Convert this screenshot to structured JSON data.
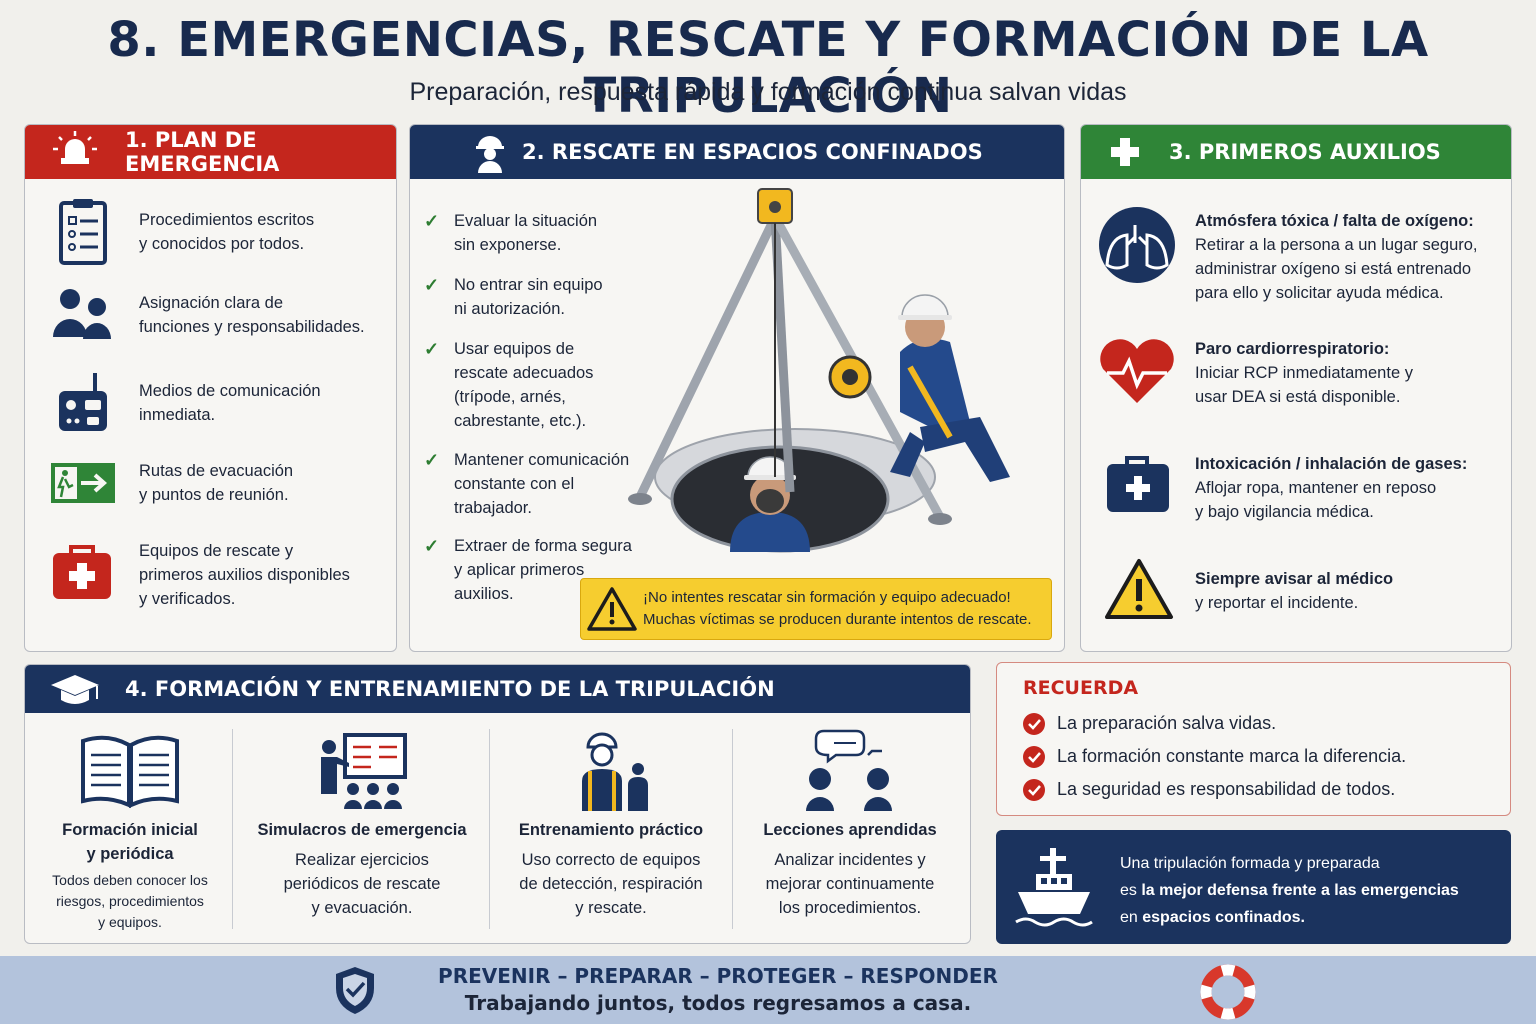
{
  "title": "8. EMERGENCIAS, RESCATE Y FORMACIÓN DE LA TRIPULACIÓN",
  "subtitle": "Preparación, respuesta rápida y formación continua salvan vidas",
  "plan": {
    "heading": "1. PLAN DE EMERGENCIA",
    "items": [
      {
        "icon": "clipboard-checklist-icon",
        "line1": "Procedimientos escritos",
        "line2": "y conocidos por todos."
      },
      {
        "icon": "people-icon",
        "line1": "Asignación clara de",
        "line2": "funciones y responsabilidades."
      },
      {
        "icon": "radio-icon",
        "line1": "Medios de comunicación",
        "line2": "inmediata."
      },
      {
        "icon": "exit-sign-icon",
        "line1": "Rutas de evacuación",
        "line2": "y puntos de reunión."
      },
      {
        "icon": "first-aid-kit-icon",
        "line1": "Equipos de rescate y",
        "line2": "primeros auxilios disponibles",
        "line3": "y verificados."
      }
    ]
  },
  "rescue": {
    "heading": "2. RESCATE EN ESPACIOS CONFINADOS",
    "steps": [
      {
        "lines": [
          "Evaluar la situación",
          "sin exponerse."
        ]
      },
      {
        "lines": [
          "No entrar sin equipo",
          "ni autorización."
        ]
      },
      {
        "lines": [
          "Usar equipos de",
          "rescate adecuados",
          "(trípode, arnés,",
          "cabrestante, etc.)."
        ]
      },
      {
        "lines": [
          "Mantener comunicación",
          "constante con el",
          "trabajador."
        ]
      },
      {
        "lines": [
          "Extraer de forma segura",
          "y aplicar primeros",
          "auxilios."
        ]
      }
    ],
    "warning_line1": "¡No intentes rescatar sin formación y equipo adecuado!",
    "warning_line2": "Muchas víctimas se producen durante intentos de rescate."
  },
  "first_aid": {
    "heading": "3. PRIMEROS AUXILIOS",
    "items": [
      {
        "icon": "lungs-icon",
        "title": "Atmósfera tóxica / falta de oxígeno:",
        "lines": [
          "Retirar a la persona a un lugar seguro,",
          "administrar oxígeno si está entrenado",
          "para ello y solicitar ayuda médica."
        ]
      },
      {
        "icon": "heart-pulse-icon",
        "title": "Paro cardiorrespiratorio:",
        "lines": [
          "Iniciar RCP inmediatamente y",
          "usar DEA si está disponible."
        ]
      },
      {
        "icon": "medical-kit-icon",
        "title": "Intoxicación / inhalación de gases:",
        "lines": [
          "Aflojar ropa, mantener en reposo",
          "y bajo vigilancia médica."
        ]
      },
      {
        "icon": "warning-triangle-icon",
        "title": "Siempre avisar al médico",
        "lines": [
          "y reportar el incidente."
        ]
      }
    ]
  },
  "training": {
    "heading": "4. FORMACIÓN Y ENTRENAMIENTO DE LA TRIPULACIÓN",
    "columns": [
      {
        "icon": "open-book-icon",
        "title1": "Formación inicial",
        "title2": "y periódica",
        "desc": [
          "Todos deben conocer los",
          "riesgos, procedimientos",
          "y equipos."
        ]
      },
      {
        "icon": "presentation-icon",
        "title1": "Simulacros de emergencia",
        "title2": "",
        "desc": [
          "Realizar ejercicios",
          "periódicos de rescate",
          "y evacuación."
        ]
      },
      {
        "icon": "workers-icon",
        "title1": "Entrenamiento práctico",
        "title2": "",
        "desc": [
          "Uso correcto de equipos",
          "de detección, respiración",
          "y rescate."
        ]
      },
      {
        "icon": "discussion-icon",
        "title1": "Lecciones aprendidas",
        "title2": "",
        "desc": [
          "Analizar incidentes y",
          "mejorar continuamente",
          "los procedimientos."
        ]
      }
    ]
  },
  "remember": {
    "heading": "RECUERDA",
    "items": [
      "La preparación salva vidas.",
      "La formación constante marca la diferencia.",
      "La seguridad es responsabilidad de todos."
    ]
  },
  "crew_box": {
    "line1": "Una tripulación formada y preparada",
    "line2_pre": "es ",
    "line2_bold": "la mejor defensa frente a las emergencias",
    "line3_pre": "en ",
    "line3_bold": "espacios confinados."
  },
  "footer": {
    "motto": "PREVENIR – PREPARAR – PROTEGER – RESPONDER",
    "tagline": "Trabajando juntos, todos regresamos a casa."
  },
  "colors": {
    "navy": "#1b335e",
    "red": "#c4261d",
    "green": "#2f8537",
    "yellow": "#f6cd2f"
  }
}
